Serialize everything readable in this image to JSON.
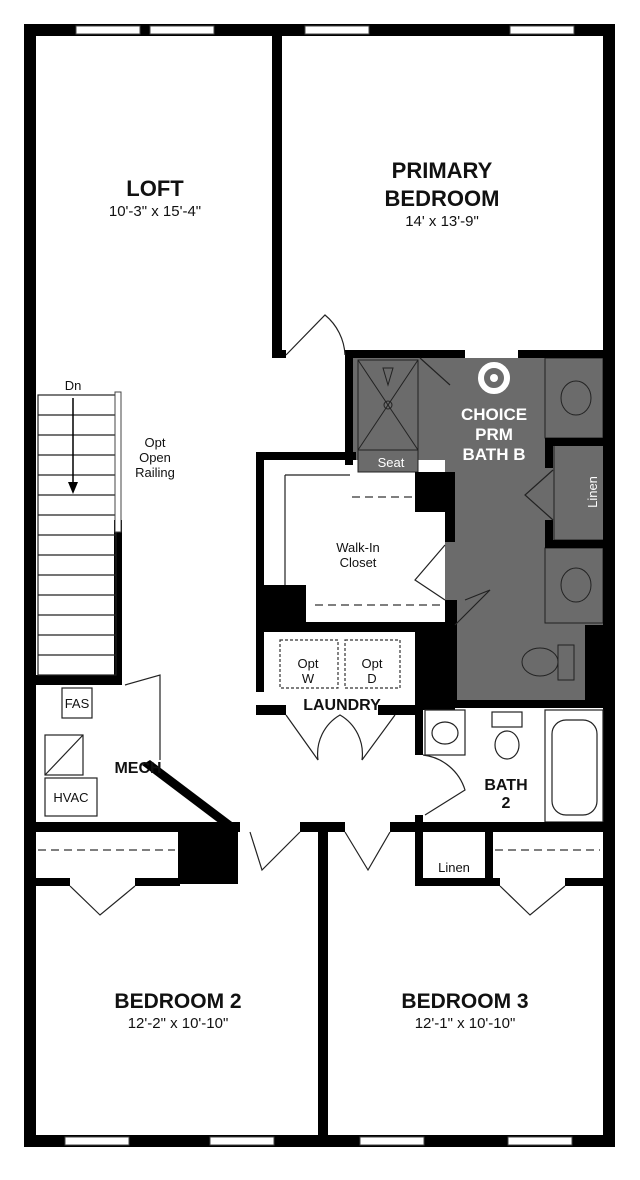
{
  "rooms": {
    "loft": {
      "name": "LOFT",
      "size": "10'-3\" x 15'-4\""
    },
    "primary_bedroom": {
      "name_line1": "PRIMARY",
      "name_line2": "BEDROOM",
      "size": "14' x 13'-9\""
    },
    "primary_bath": {
      "line1": "CHOICE",
      "line2": "PRM",
      "line3": "BATH B",
      "seat": "Seat",
      "linen": "Linen"
    },
    "walk_in_closet": {
      "line1": "Walk-In",
      "line2": "Closet"
    },
    "laundry": {
      "name": "LAUNDRY",
      "washer_line1": "Opt",
      "washer_line2": "W",
      "dryer_line1": "Opt",
      "dryer_line2": "D"
    },
    "mech": {
      "name": "MECH",
      "fas": "FAS",
      "hvac": "HVAC"
    },
    "bath2": {
      "line1": "BATH",
      "line2": "2",
      "linen": "Linen"
    },
    "bedroom2": {
      "name": "BEDROOM 2",
      "size": "12'-2\" x 10'-10\""
    },
    "bedroom3": {
      "name": "BEDROOM 3",
      "size": "12'-1\" x 10'-10\""
    }
  },
  "stairs": {
    "direction": "Dn",
    "railing_line1": "Opt",
    "railing_line2": "Open",
    "railing_line3": "Railing"
  },
  "colors": {
    "wall": "#000000",
    "bath_fill": "#6b6b6b",
    "background": "#ffffff"
  }
}
